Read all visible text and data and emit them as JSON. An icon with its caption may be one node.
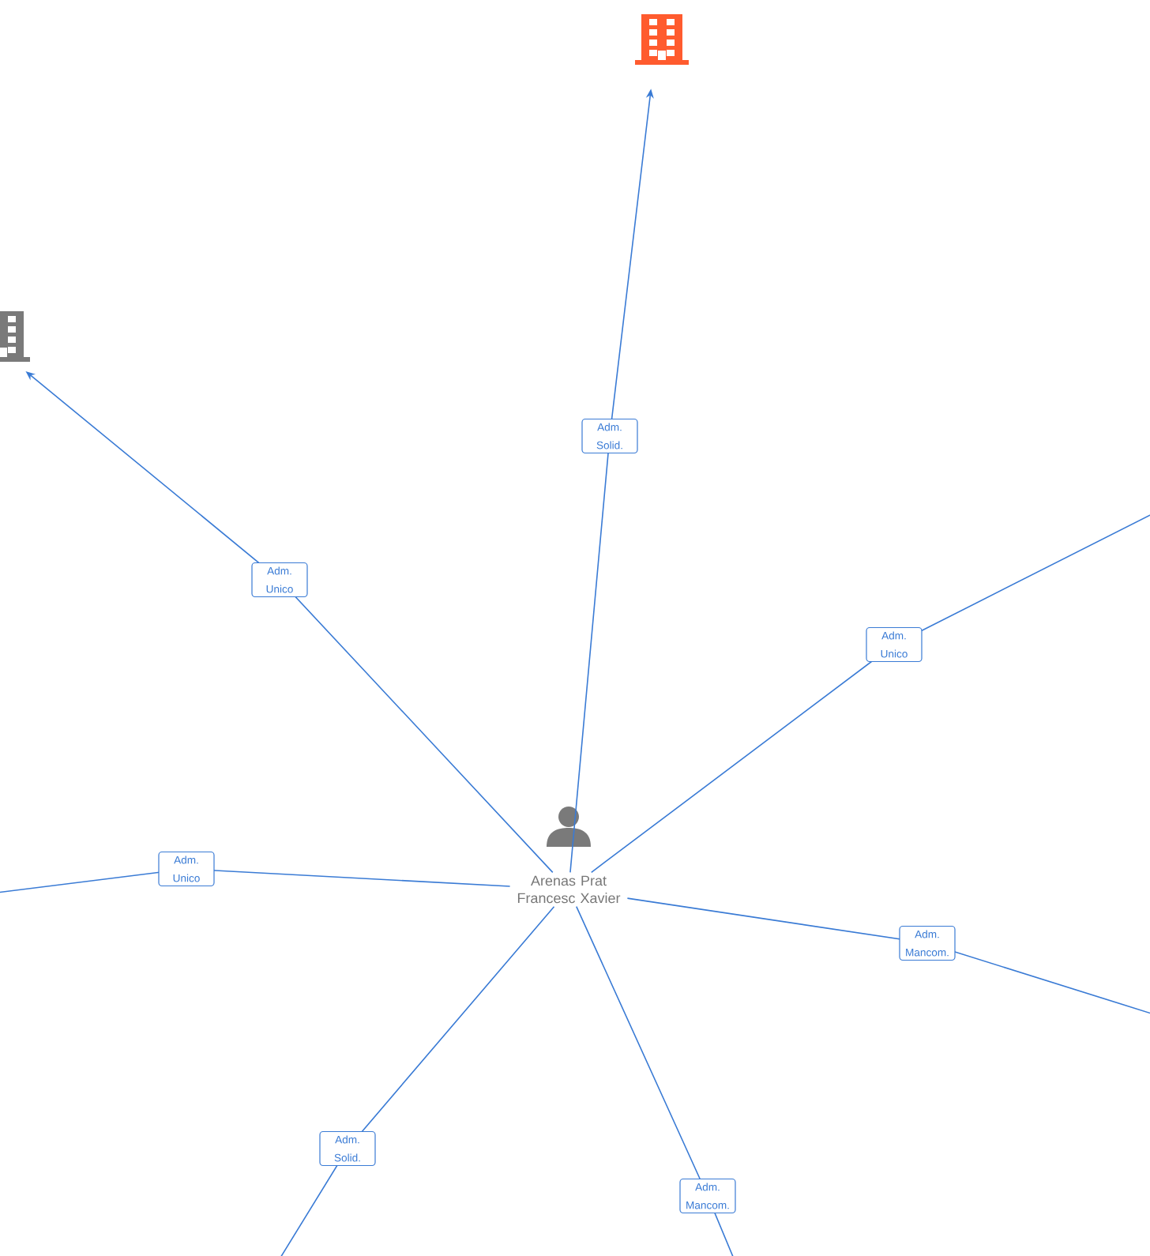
{
  "diagram": {
    "nodes": [
      {
        "text": [
          "Arenas Prat Francesc Xavier"
        ]
      },
      {
        "text": [],
        "shape": "building"
      },
      {
        "text": [],
        "shape": "building"
      }
    ],
    "edges": [
      {
        "from": 0,
        "to": 1,
        "arrow": "to",
        "label": "Adm. Solid."
      },
      {
        "from": 0,
        "to": 2,
        "arrow": "to",
        "label": "Adm. Unico"
      },
      {
        "from": 0,
        "to": null,
        "arrow": "none",
        "label": "Adm. Unico"
      },
      {
        "from": 0,
        "to": null,
        "arrow": "none",
        "label": "Adm. Unico"
      },
      {
        "from": 0,
        "to": null,
        "arrow": "none",
        "label": "Adm. Mancom."
      },
      {
        "from": 0,
        "to": null,
        "arrow": "none",
        "label": "Adm. Solid."
      },
      {
        "from": 0,
        "to": null,
        "arrow": "none",
        "label": "Adm. Mancom."
      }
    ]
  }
}
